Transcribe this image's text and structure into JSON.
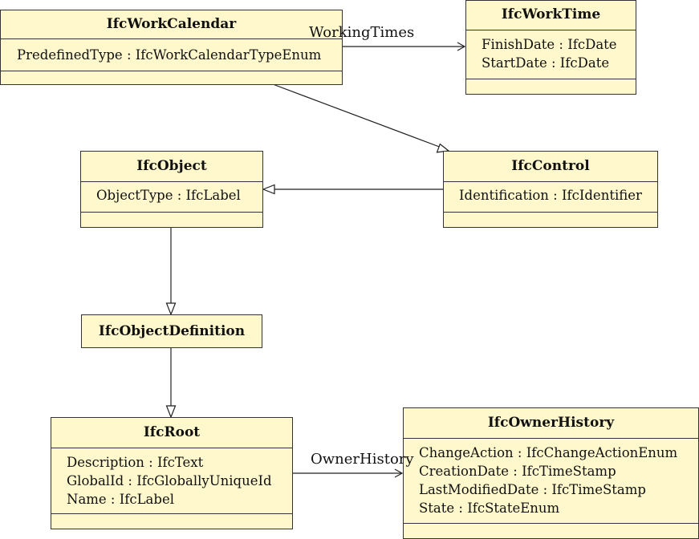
{
  "classes": {
    "work_calendar": {
      "name": "IfcWorkCalendar",
      "attributes": [
        "PredefinedType : IfcWorkCalendarTypeEnum"
      ]
    },
    "work_time": {
      "name": "IfcWorkTime",
      "attributes": [
        "FinishDate : IfcDate",
        "StartDate : IfcDate"
      ]
    },
    "object": {
      "name": "IfcObject",
      "attributes": [
        "ObjectType : IfcLabel"
      ]
    },
    "control": {
      "name": "IfcControl",
      "attributes": [
        "Identification : IfcIdentifier"
      ]
    },
    "object_definition": {
      "name": "IfcObjectDefinition",
      "attributes": []
    },
    "root": {
      "name": "IfcRoot",
      "attributes": [
        "Description : IfcText",
        "GlobalId : IfcGloballyUniqueId",
        "Name : IfcLabel"
      ]
    },
    "owner_history": {
      "name": "IfcOwnerHistory",
      "attributes": [
        "ChangeAction : IfcChangeActionEnum",
        "CreationDate : IfcTimeStamp",
        "LastModifiedDate : IfcTimeStamp",
        "State : IfcStateEnum"
      ]
    }
  },
  "associations": {
    "working_times": "WorkingTimes",
    "owner_history": "OwnerHistory"
  }
}
